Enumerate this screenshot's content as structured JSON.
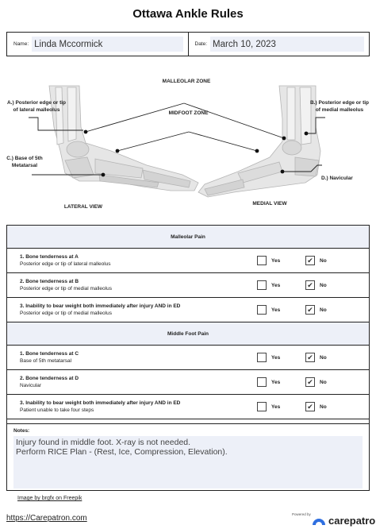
{
  "title": "Ottawa Ankle Rules",
  "patient": {
    "name_label": "Name:",
    "name_value": "Linda Mccormick",
    "date_label": "Date:",
    "date_value": "March 10, 2023"
  },
  "diagram": {
    "malleolar_zone": "MALLEOLAR ZONE",
    "midfoot_zone": "MIDFOOT ZONE",
    "label_a": "A.) Posterior edge or tip of lateral malleolus",
    "label_b": "B.) Posterior edge or tip of medial malleolus",
    "label_c": "C.) Base of 5th Metatarsal",
    "label_d": "D.) Navicular",
    "lateral_view": "LATERAL VIEW",
    "medial_view": "MEDIAL VIEW"
  },
  "checklist": {
    "yes_label": "Yes",
    "no_label": "No",
    "sections": [
      {
        "title": "Malleolar Pain",
        "items": [
          {
            "question": "1. Bone tenderness at A",
            "detail": "Posterior edge or tip of lateral malleolus",
            "yes": false,
            "no": true
          },
          {
            "question": "2. Bone tenderness at B",
            "detail": "Posterior edge or tip of medial malleolus",
            "yes": false,
            "no": true
          },
          {
            "question": "3. Inability to bear weight both immediately after injury AND in ED",
            "detail": "Posterior edge or tip of medial malleolus",
            "yes": false,
            "no": true
          }
        ]
      },
      {
        "title": "Middle Foot Pain",
        "items": [
          {
            "question": "1. Bone tenderness at C",
            "detail": "Base of 5th metatarsal",
            "yes": false,
            "no": true
          },
          {
            "question": "2. Bone tenderness at D",
            "detail": "Navicular",
            "yes": false,
            "no": true
          },
          {
            "question": "3. Inability to bear weight both immediately after injury AND in ED",
            "detail": "Patient unable to take four steps",
            "yes": false,
            "no": true
          }
        ]
      }
    ]
  },
  "notes": {
    "label": "Notes:",
    "line1": "Injury found in middle foot. X-ray is not needed.",
    "line2": "Perform RICE Plan -  (Rest, Ice, Compression, Elevation)."
  },
  "footer": {
    "credit": "Image by brgfx on Freepik",
    "url": "https://Carepatron.com",
    "powered_by": "Powered by",
    "brand": "carepatron"
  },
  "colors": {
    "field_fill": "#edf0f8",
    "border": "#222222",
    "brand_blue": "#2f6fe0"
  }
}
